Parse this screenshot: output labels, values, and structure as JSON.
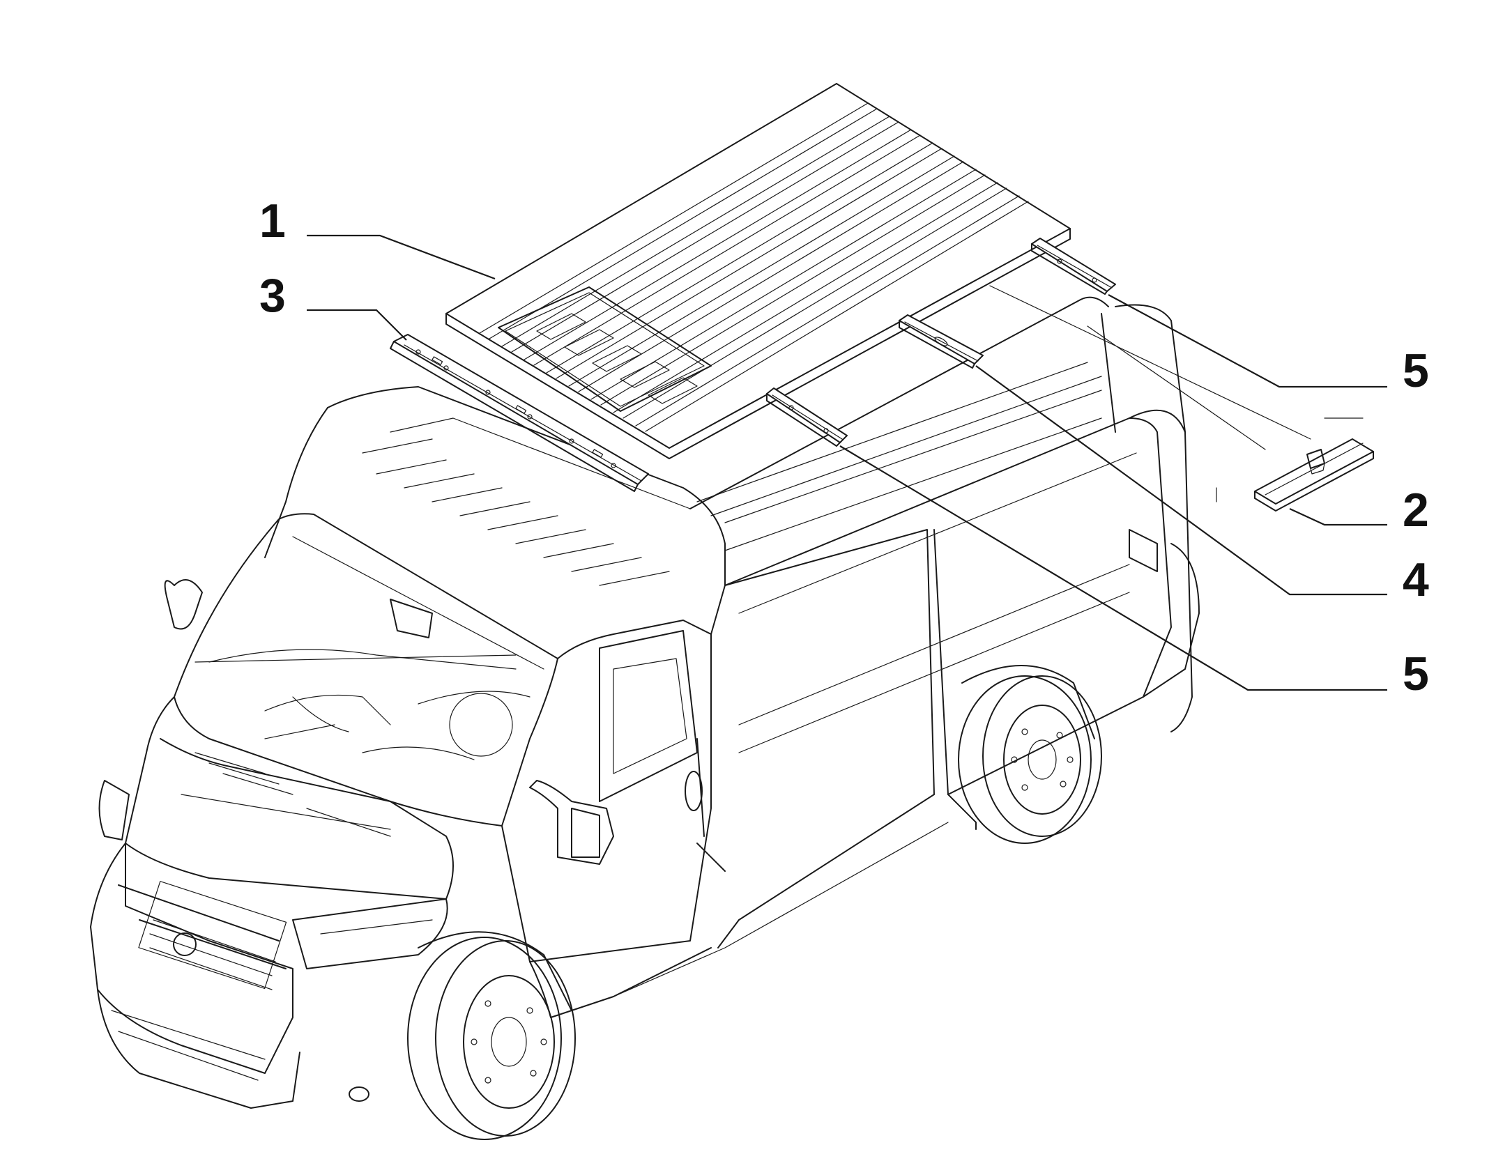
{
  "diagram": {
    "callouts": [
      {
        "id": "c1",
        "label": "1"
      },
      {
        "id": "c3",
        "label": "3"
      },
      {
        "id": "c5a",
        "label": "5"
      },
      {
        "id": "c2",
        "label": "2"
      },
      {
        "id": "c4",
        "label": "4"
      },
      {
        "id": "c5b",
        "label": "5"
      }
    ]
  }
}
